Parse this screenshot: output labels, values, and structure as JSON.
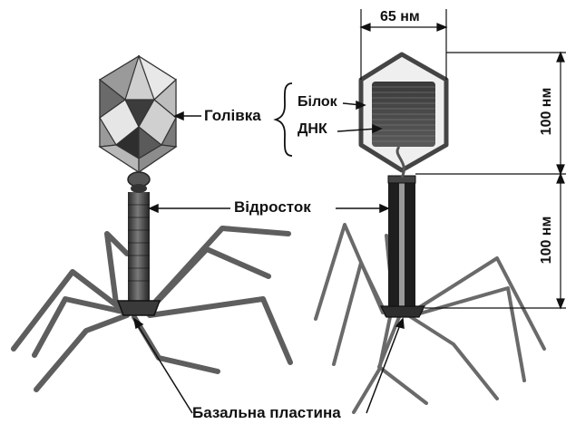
{
  "labels": {
    "head": "Голівка",
    "protein": "Білок",
    "dna": "ДНК",
    "tail": "Відросток",
    "base_plate": "Базальна пластина",
    "width": "65 нм",
    "head_height": "100 нм",
    "tail_height": "100 нм"
  },
  "colors": {
    "ink": "#111111",
    "leg": "#6e6e6e",
    "head_light": "#d9d9d9",
    "head_dark": "#4a4a4a"
  }
}
